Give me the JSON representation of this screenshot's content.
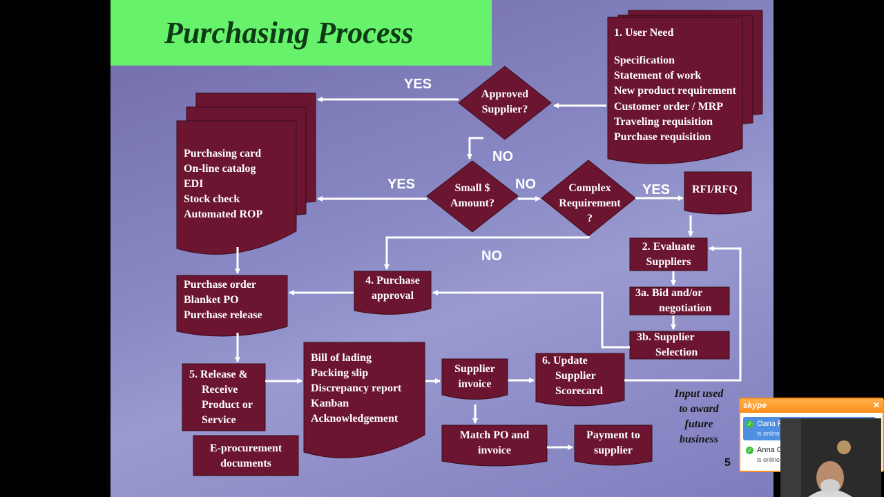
{
  "slide": {
    "title": "Purchasing Process",
    "page_number": "5",
    "nav_icons": [
      "arrow-left-icon",
      "pen-icon",
      "menu-icon",
      "arrow-right-icon"
    ]
  },
  "colors": {
    "box_fill": "#6b1530",
    "slide_bg": "#8a8ac6",
    "title_bar": "#66f26a",
    "title_text": "#0e3a16",
    "arrow": "#ffffff"
  },
  "diagram": {
    "user_need": {
      "title": "1. User Need",
      "items": [
        "Specification",
        "Statement of work",
        "New product requirement",
        "Customer order / MRP",
        "Traveling requisition",
        "Purchase requisition"
      ]
    },
    "decisions": {
      "approved_supplier": [
        "Approved",
        "Supplier?"
      ],
      "small_amount": [
        "Small $",
        "Amount?"
      ],
      "complex_requirement": [
        "Complex",
        "Requirement",
        "?"
      ]
    },
    "methods": [
      "Purchasing  card",
      "On-line catalog",
      "EDI",
      "Stock check",
      "Automated ROP"
    ],
    "rfi": "RFI/RFQ",
    "evaluate": [
      "2. Evaluate",
      "Suppliers"
    ],
    "bid": [
      "3a. Bid and/or",
      "negotiation"
    ],
    "selection": [
      "3b. Supplier",
      "Selection"
    ],
    "approval": [
      "4. Purchase",
      "approval"
    ],
    "purchase_order": [
      "Purchase order",
      "Blanket PO",
      "Purchase release"
    ],
    "release": [
      "5. Release &",
      "Receive",
      "Product or",
      "Service"
    ],
    "documents": [
      "Bill of lading",
      "Packing slip",
      "Discrepancy report",
      "Kanban",
      "Acknowledgement"
    ],
    "supplier_invoice": [
      "Supplier",
      "invoice"
    ],
    "scorecard": [
      "6. Update",
      "Supplier",
      "Scorecard"
    ],
    "match": [
      "Match PO and",
      "invoice"
    ],
    "payment": [
      "Payment to",
      "supplier"
    ],
    "eprocurement": [
      "E-procurement",
      "documents"
    ],
    "labels": {
      "yes_approved": "YES",
      "no_approved": "NO",
      "yes_small": "YES",
      "no_small": "NO",
      "yes_complex": "YES",
      "no_complex": "NO"
    },
    "note": [
      "Input used",
      "to award",
      "future",
      "business"
    ]
  },
  "skype": {
    "logo": "skype",
    "contacts": [
      {
        "name": "Oana P",
        "status": "is online"
      },
      {
        "name": "Anna Gl",
        "status": "is online"
      }
    ]
  }
}
